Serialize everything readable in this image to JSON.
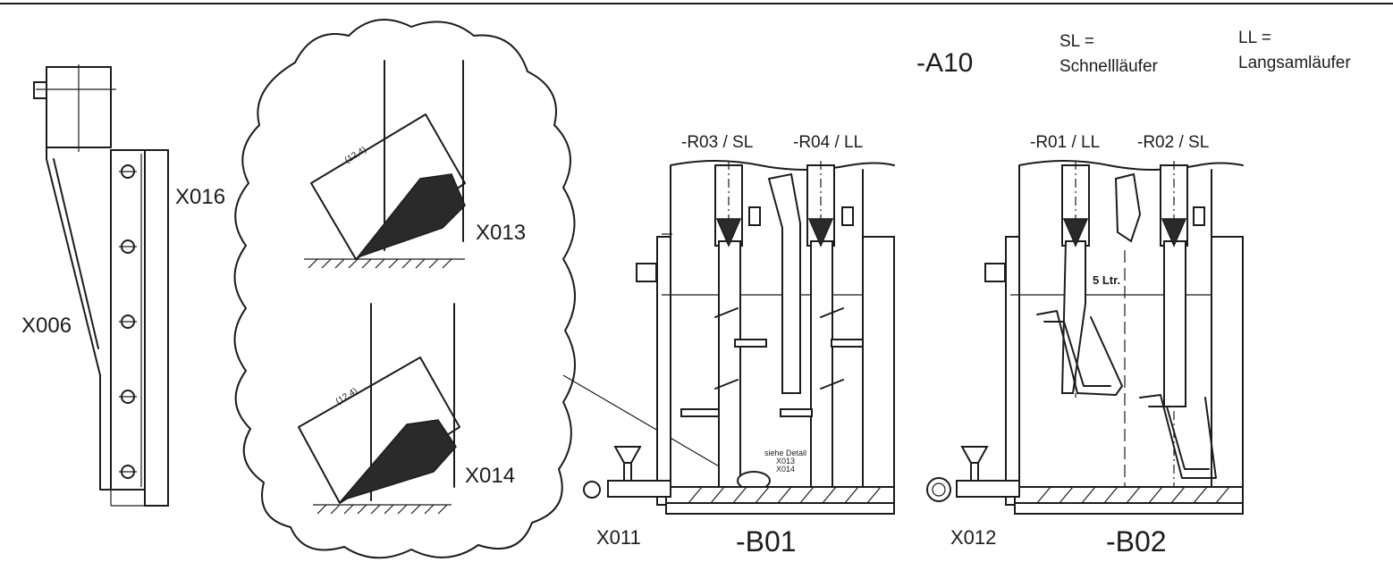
{
  "labels": {
    "x006": "X006",
    "x016": "X016",
    "x013": "X013",
    "x014": "X014",
    "x011": "X011",
    "x012": "X012",
    "a10": "-A10",
    "sl_key": "SL =",
    "sl_value": "Schnellläufer",
    "ll_key": "LL =",
    "ll_value": "Langsamläufer",
    "r03": "-R03 / SL",
    "r04": "-R04 / LL",
    "r01": "-R01 / LL",
    "r02": "-R02 / SL",
    "b01": "-B01",
    "b02": "-B02",
    "dim_top": "(12,4)",
    "dim_bottom": "(12,4)",
    "detail_ref_1": "siehe Detail",
    "detail_ref_2": "X013",
    "detail_ref_3": "X014",
    "level": "5 Ltr."
  }
}
